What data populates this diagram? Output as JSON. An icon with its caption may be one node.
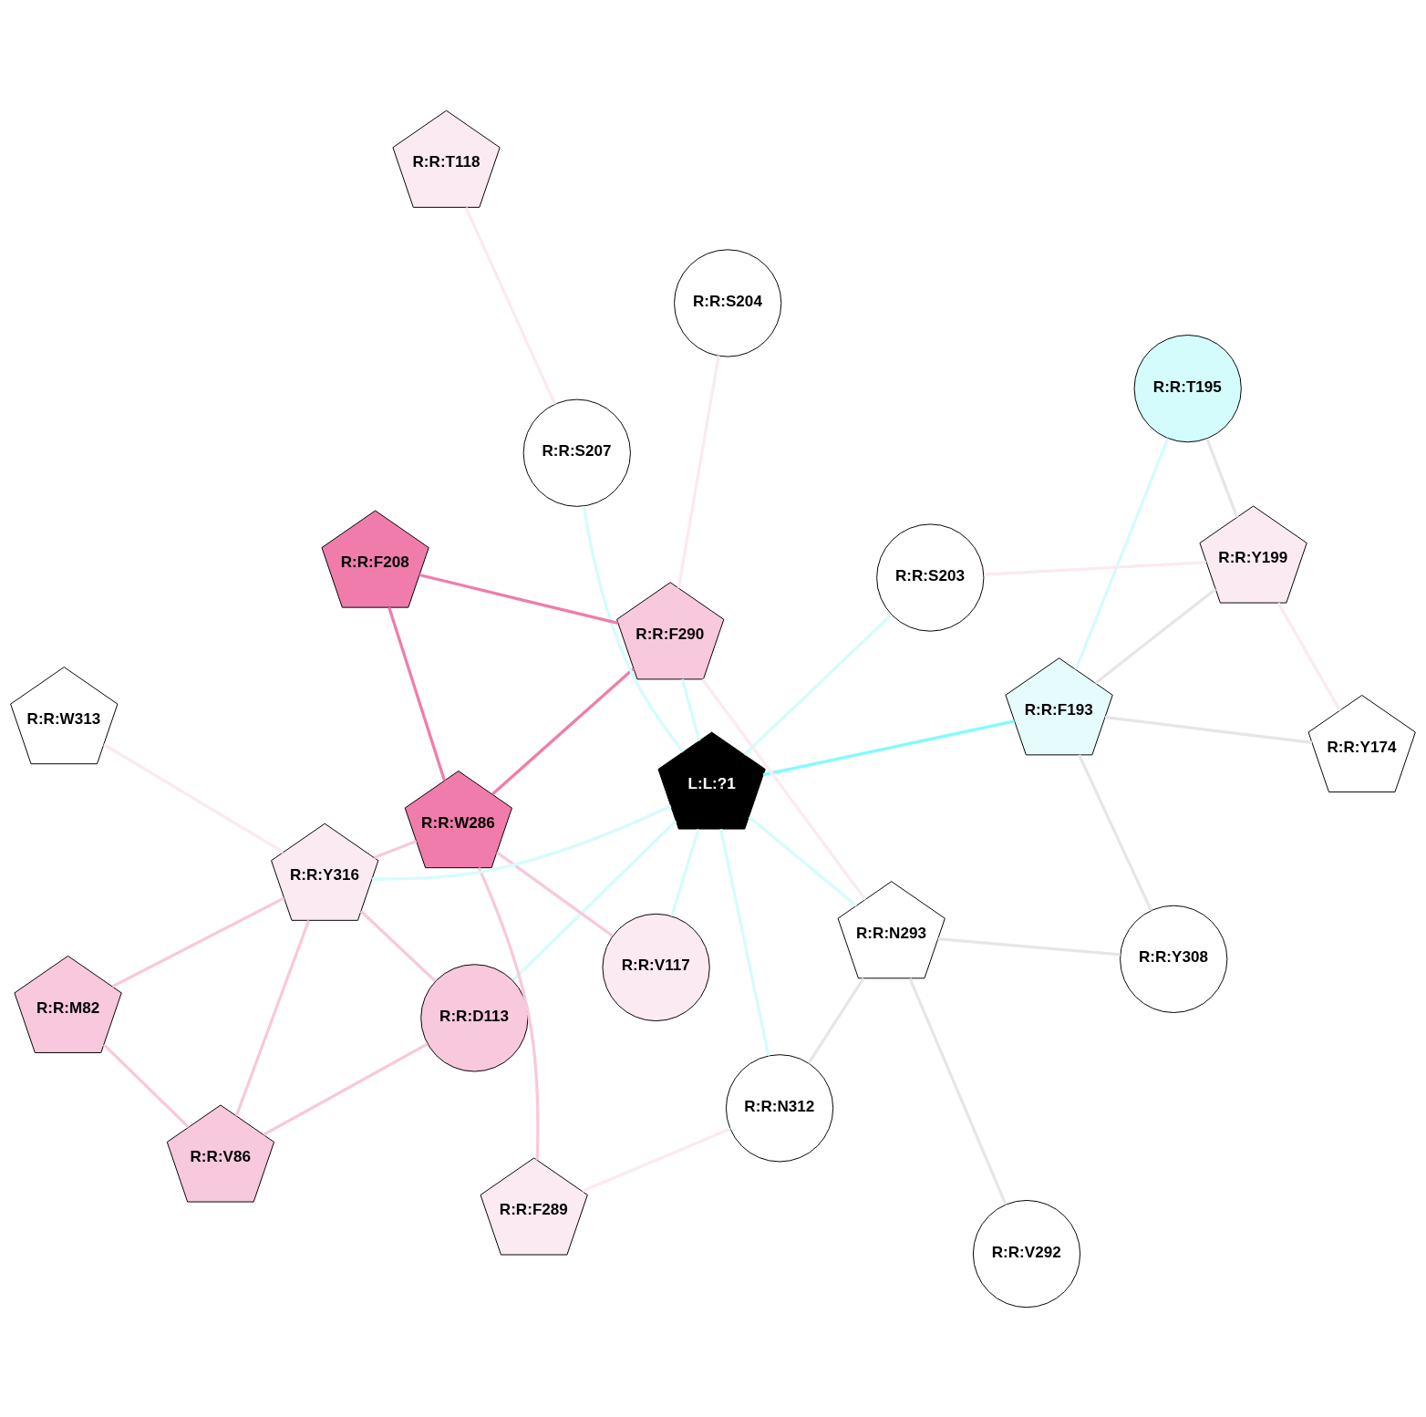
{
  "diagram": {
    "nodes": [
      {
        "text": [
          "R:R:M82"
        ]
      },
      {
        "text": [
          "R:R:S204"
        ]
      },
      {
        "text": [
          "R:R:V86"
        ]
      },
      {
        "text": [
          "R:R:W313"
        ]
      },
      {
        "text": [
          "R:R:D113"
        ]
      },
      {
        "text": [
          "R:R:W286"
        ]
      },
      {
        "text": [
          "R:R:Y316"
        ]
      },
      {
        "text": [
          "R:R:V117"
        ]
      },
      {
        "text": [
          "R:R:V292"
        ]
      },
      {
        "text": [
          "R:R:N312"
        ]
      },
      {
        "text": [
          "R:R:F193"
        ]
      },
      {
        "text": [
          "R:R:T118"
        ]
      },
      {
        "text": [
          "L:L:?1"
        ]
      },
      {
        "text": [
          "R:R:N293"
        ]
      },
      {
        "text": [
          "R:R:S203"
        ]
      },
      {
        "text": [
          "R:R:F289"
        ]
      },
      {
        "text": [
          "R:R:Y174"
        ]
      },
      {
        "text": [
          "R:R:F290"
        ]
      },
      {
        "text": [
          "R:R:S207"
        ]
      },
      {
        "text": [
          "R:R:F208"
        ]
      },
      {
        "text": [
          "R:R:T195"
        ]
      },
      {
        "text": [
          "R:R:Y308"
        ]
      },
      {
        "text": [
          "R:R:Y199"
        ]
      }
    ],
    "edges": [
      {
        "from": 0,
        "to": 2,
        "arrow": "none",
        "color": "#f8c8dc"
      },
      {
        "from": 0,
        "to": 6,
        "arrow": "none",
        "color": "#f8c8dc"
      },
      {
        "from": 2,
        "to": 6,
        "arrow": "none",
        "color": "#f8c8dc"
      },
      {
        "from": 2,
        "to": 4,
        "arrow": "none",
        "color": "#f8c8dc"
      },
      {
        "from": 1,
        "to": 17,
        "arrow": "none",
        "color": "#fbeaf2"
      },
      {
        "from": 3,
        "to": 6,
        "arrow": "none",
        "color": "#fbeaf2"
      },
      {
        "from": 6,
        "to": 4,
        "arrow": "none",
        "color": "#f8c8dc"
      },
      {
        "from": 6,
        "to": 5,
        "arrow": "none",
        "color": "#f8c8dc"
      },
      {
        "from": 5,
        "to": 7,
        "arrow": "none",
        "color": "#f8c8dc"
      },
      {
        "from": 5,
        "to": 15,
        "arrow": "none",
        "color": "#f8c8dc"
      },
      {
        "from": 5,
        "to": 19,
        "arrow": "none",
        "color": "#f07cac"
      },
      {
        "from": 5,
        "to": 17,
        "arrow": "none",
        "color": "#f07cac"
      },
      {
        "from": 6,
        "to": 12,
        "arrow": "none",
        "color": "#d4fcfc"
      },
      {
        "from": 4,
        "to": 12,
        "arrow": "none",
        "color": "#d4fcfc"
      },
      {
        "from": 7,
        "to": 12,
        "arrow": "none",
        "color": "#d4fcfc"
      },
      {
        "from": 8,
        "to": 13,
        "arrow": "none",
        "color": "#e6e6e6"
      },
      {
        "from": 9,
        "to": 12,
        "arrow": "none",
        "color": "#d4fcfc"
      },
      {
        "from": 9,
        "to": 15,
        "arrow": "none",
        "color": "#fbeaf2"
      },
      {
        "from": 9,
        "to": 13,
        "arrow": "none",
        "color": "#e6e6e6"
      },
      {
        "from": 10,
        "to": 12,
        "arrow": "none",
        "color": "#80fcfc"
      },
      {
        "from": 10,
        "to": 21,
        "arrow": "none",
        "color": "#e6e6e6"
      },
      {
        "from": 10,
        "to": 22,
        "arrow": "none",
        "color": "#e6e6e6"
      },
      {
        "from": 10,
        "to": 16,
        "arrow": "none",
        "color": "#e6e6e6"
      },
      {
        "from": 10,
        "to": 20,
        "arrow": "none",
        "color": "#d4fcfc"
      },
      {
        "from": 11,
        "to": 18,
        "arrow": "none",
        "color": "#fbeaf2"
      },
      {
        "from": 12,
        "to": 13,
        "arrow": "none",
        "color": "#d4fcfc"
      },
      {
        "from": 12,
        "to": 17,
        "arrow": "none",
        "color": "#d4fcfc"
      },
      {
        "from": 12,
        "to": 14,
        "arrow": "none",
        "color": "#d4fcfc"
      },
      {
        "from": 12,
        "to": 18,
        "arrow": "none",
        "color": "#d4fcfc"
      },
      {
        "from": 13,
        "to": 17,
        "arrow": "none",
        "color": "#fbeaf2"
      },
      {
        "from": 13,
        "to": 21,
        "arrow": "none",
        "color": "#e6e6e6"
      },
      {
        "from": 14,
        "to": 22,
        "arrow": "none",
        "color": "#fbeaf2"
      },
      {
        "from": 16,
        "to": 22,
        "arrow": "none",
        "color": "#fbeaf2"
      },
      {
        "from": 17,
        "to": 19,
        "arrow": "none",
        "color": "#f07cac"
      },
      {
        "from": 20,
        "to": 22,
        "arrow": "none",
        "color": "#e6e6e6"
      }
    ]
  }
}
